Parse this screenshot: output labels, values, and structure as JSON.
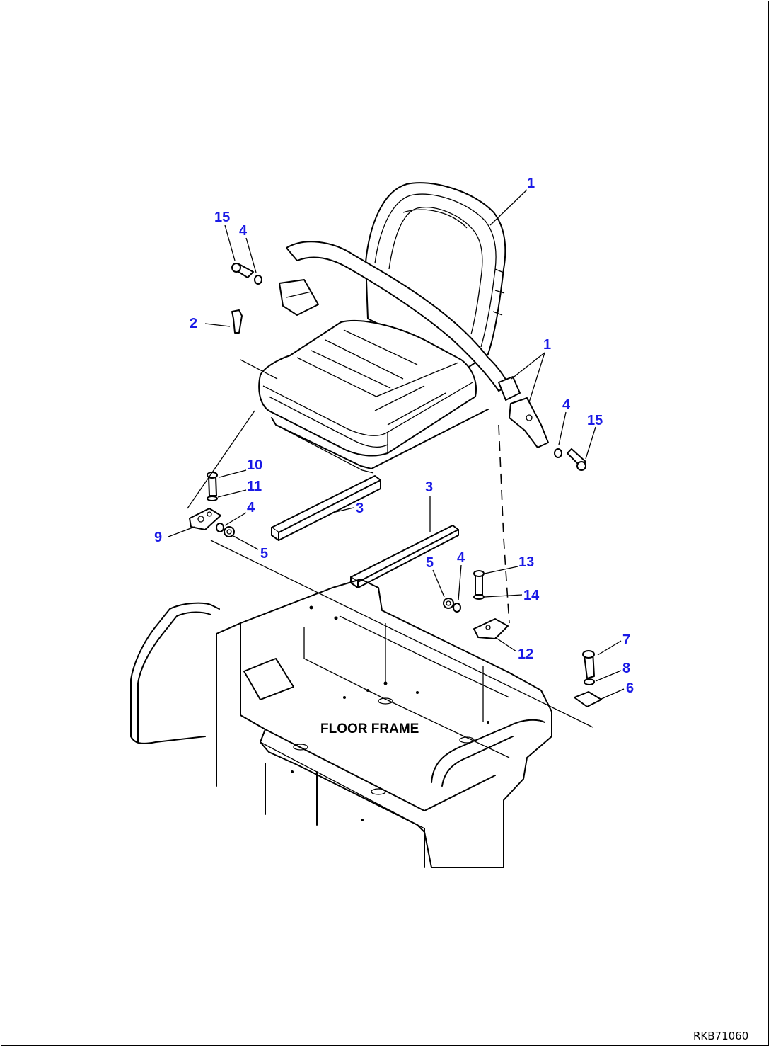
{
  "diagram": {
    "frame_label": "FLOOR FRAME",
    "drawing_code": "RKB71060",
    "colors": {
      "callout": "#1a1ae6",
      "line": "#000000",
      "background": "#ffffff"
    },
    "callouts": [
      {
        "id": "c1a",
        "text": "1"
      },
      {
        "id": "c1b",
        "text": "1"
      },
      {
        "id": "c15a",
        "text": "15"
      },
      {
        "id": "c4a",
        "text": "4"
      },
      {
        "id": "c2",
        "text": "2"
      },
      {
        "id": "c4b",
        "text": "4"
      },
      {
        "id": "c15b",
        "text": "15"
      },
      {
        "id": "c10",
        "text": "10"
      },
      {
        "id": "c11",
        "text": "11"
      },
      {
        "id": "c4c",
        "text": "4"
      },
      {
        "id": "c9",
        "text": "9"
      },
      {
        "id": "c5a",
        "text": "5"
      },
      {
        "id": "c3a",
        "text": "3"
      },
      {
        "id": "c3b",
        "text": "3"
      },
      {
        "id": "c5b",
        "text": "5"
      },
      {
        "id": "c4d",
        "text": "4"
      },
      {
        "id": "c13",
        "text": "13"
      },
      {
        "id": "c14",
        "text": "14"
      },
      {
        "id": "c12",
        "text": "12"
      },
      {
        "id": "c7",
        "text": "7"
      },
      {
        "id": "c8",
        "text": "8"
      },
      {
        "id": "c6",
        "text": "6"
      }
    ]
  }
}
